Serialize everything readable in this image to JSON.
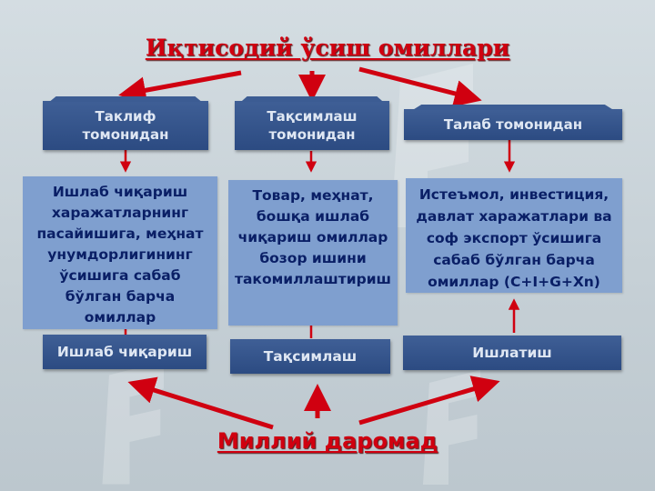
{
  "title": "Иқтисодий ўсиш омиллари",
  "columns": [
    {
      "header_line1": "Таклиф",
      "header_line2": "томонидан",
      "description": "Ишлаб чиқариш харажатларнинг пасайишига, меҳнат унумдорлигининг ўсишига сабаб бўлган барча омиллар",
      "footer": "Ишлаб чиқариш"
    },
    {
      "header_line1": "Тақсимлаш",
      "header_line2": "томонидан",
      "description": "Товар, меҳнат, бошқа ишлаб чиқариш омиллар бозор ишини такомиллаштириш",
      "footer": "Тақсимлаш"
    },
    {
      "header_line1": "Талаб томонидан",
      "header_line2": "",
      "description": "Истеъмол, инвестиция, давлат харажатлари ва соф экспорт ўсишига сабаб бўлган барча омиллар (C+I+G+Xn)",
      "footer": "Ишлатиш"
    }
  ],
  "bottom_title": "Миллий даромад",
  "colors": {
    "accent_red": "#d00010",
    "header_blue": "#2c4b82",
    "box_blue": "#7f9fcf",
    "box_text": "#0a1f66"
  }
}
